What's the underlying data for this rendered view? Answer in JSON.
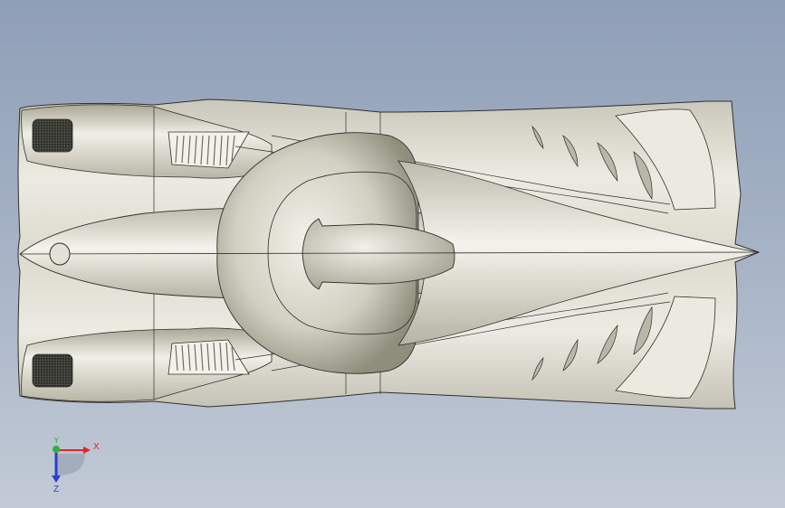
{
  "viewport": {
    "background_top": "#8f9fb7",
    "background_bottom": "#c2cad6",
    "model_body_color": "#dedcd0",
    "model_edge_color": "#2f2f2c"
  },
  "triad": {
    "x_label": "X",
    "y_label": "Y",
    "z_label": "Z",
    "x_color": "#e0261f",
    "y_color": "#2bb43a",
    "z_color": "#2a3fd0"
  }
}
